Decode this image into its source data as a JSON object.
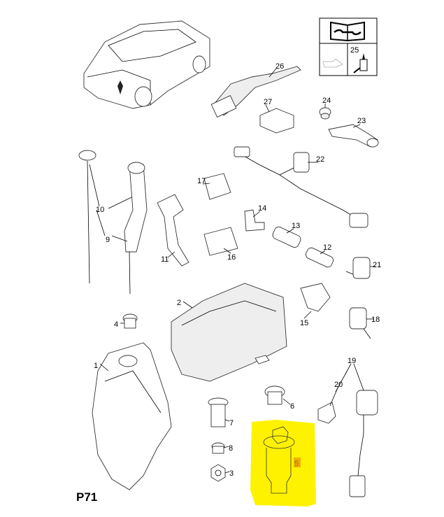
{
  "diagram_code": "P71",
  "highlight_color": "#fff200",
  "highlighted_part": "5",
  "legend_box": {
    "icon_top": "manual-wrench-icon",
    "icon_left": "oil-can-icon",
    "right_label": "25",
    "icon_right": "grease-gun-icon"
  },
  "labels": {
    "p1": "1",
    "p2": "2",
    "p3": "3",
    "p4": "4",
    "p5": "5",
    "p6": "6",
    "p7": "7",
    "p8": "8",
    "p9": "9",
    "p10": "10",
    "p11": "11",
    "p12": "12",
    "p13": "13",
    "p14": "14",
    "p15": "15",
    "p16": "16",
    "p17": "17",
    "p18": "18",
    "p19": "19",
    "p20": "20",
    "p21": "21",
    "p22": "22",
    "p23": "23",
    "p24": "24",
    "p26": "26",
    "p27": "27"
  }
}
